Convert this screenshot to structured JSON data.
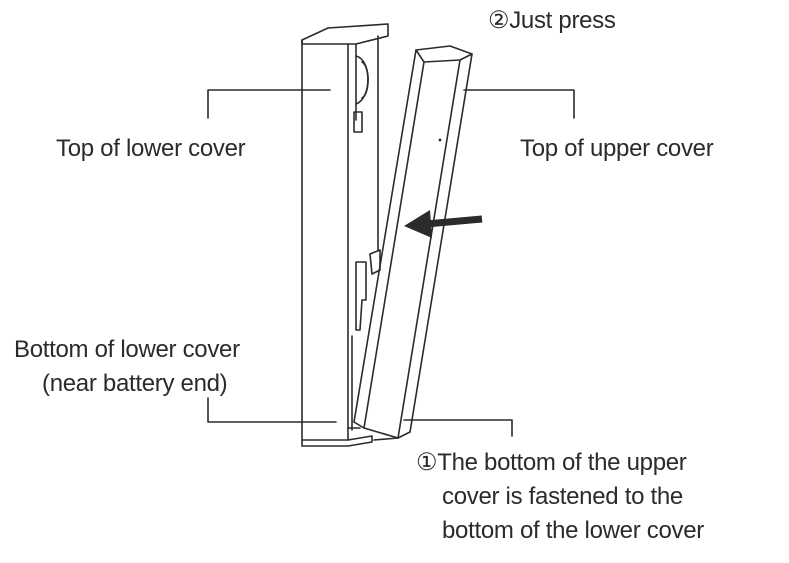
{
  "labels": {
    "step2": "②Just press",
    "top_lower": "Top of lower cover",
    "top_upper": "Top of upper cover",
    "bottom_lower_1": "Bottom of lower cover",
    "bottom_lower_2": "(near battery end)",
    "step1_line1": "①The bottom of the upper",
    "step1_line2": "cover is fastened to the",
    "step1_line3": "bottom of the lower cover"
  }
}
